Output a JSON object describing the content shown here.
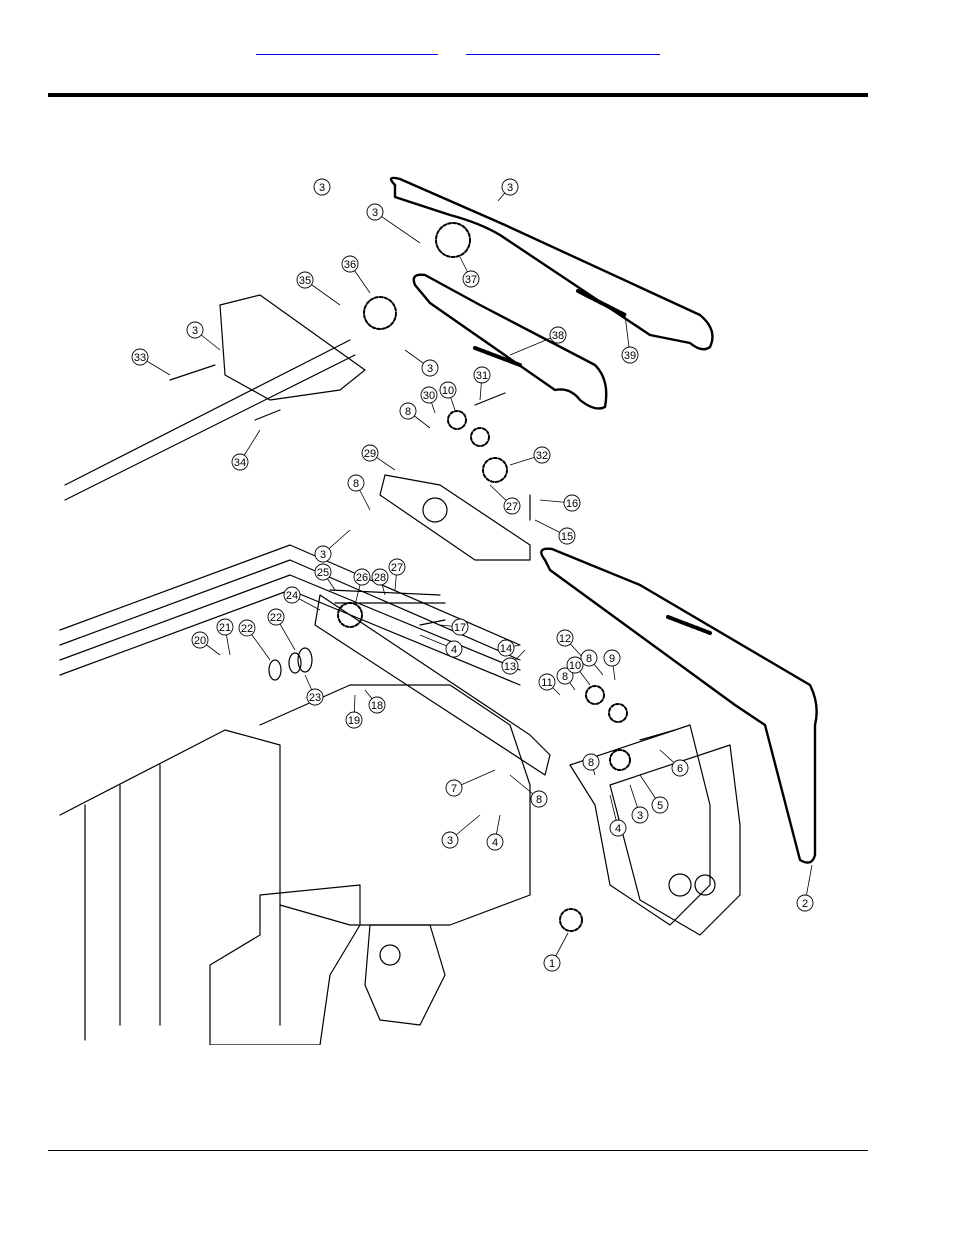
{
  "header": {
    "links": [
      {
        "text": ""
      },
      {
        "text": ""
      }
    ]
  },
  "diagram": {
    "callouts": [
      "1",
      "2",
      "3",
      "4",
      "5",
      "6",
      "7",
      "8",
      "9",
      "10",
      "11",
      "12",
      "13",
      "14",
      "15",
      "16",
      "17",
      "18",
      "19",
      "20",
      "21",
      "22",
      "23",
      "24",
      "25",
      "26",
      "27",
      "28",
      "29",
      "30",
      "31",
      "32",
      "33",
      "34",
      "35",
      "36",
      "37",
      "38",
      "39"
    ]
  }
}
